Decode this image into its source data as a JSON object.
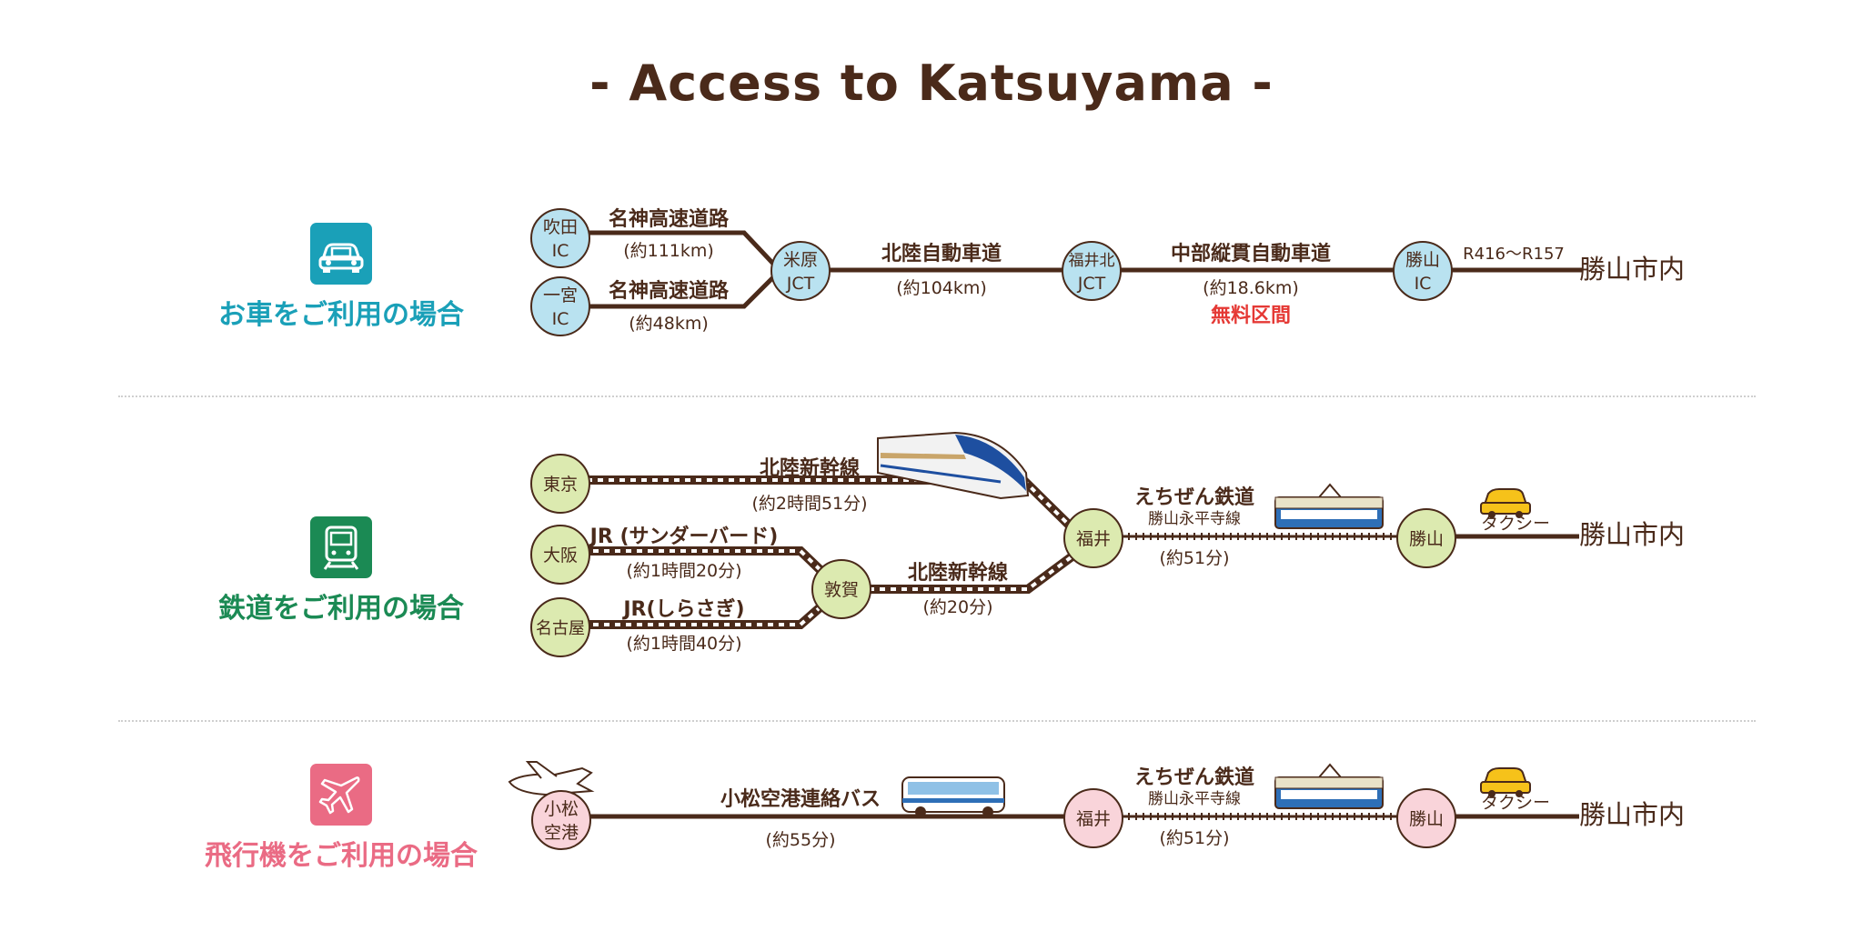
{
  "title": "- Access to Katsuyama -",
  "colors": {
    "line": "#4a2a1a",
    "car_accent": "#1aa0b8",
    "car_node": "#b9e2f0",
    "train_accent": "#1b8a54",
    "train_node": "#dceab0",
    "plane_accent": "#ea6b84",
    "plane_node": "#f9d4da",
    "free_text": "#e53935"
  },
  "car": {
    "label": "お車をご利用の場合",
    "icon": "car-icon",
    "nodes": {
      "suita": [
        "吹田",
        "IC"
      ],
      "ichinomiya": [
        "一宮",
        "IC"
      ],
      "maibara": [
        "米原",
        "JCT"
      ],
      "fukuikita": [
        "福井北",
        "JCT"
      ],
      "katsuyama": [
        "勝山",
        "IC"
      ]
    },
    "seg1_name": "名神高速道路",
    "seg1_dist": "(約111km)",
    "seg2_name": "名神高速道路",
    "seg2_dist": "(約48km)",
    "seg3_name": "北陸自動車道",
    "seg3_dist": "(約104km)",
    "seg4_name": "中部縦貫自動車道",
    "seg4_dist": "(約18.6km)",
    "seg4_note": "無料区間",
    "seg5_name": "R416〜R157",
    "destination": "勝山市内"
  },
  "train": {
    "label": "鉄道をご利用の場合",
    "icon": "train-icon",
    "nodes": {
      "tokyo": "東京",
      "osaka": "大阪",
      "nagoya": "名古屋",
      "tsuruga": "敦賀",
      "fukui": "福井",
      "katsuyama": "勝山"
    },
    "tokyo_line": "北陸新幹線",
    "tokyo_time": "(約2時間51分)",
    "osaka_line": "JR (サンダーバード)",
    "osaka_time": "(約1時間20分)",
    "nagoya_line": "JR(しらさぎ)",
    "nagoya_time": "(約1時間40分)",
    "tsuruga_line": "北陸新幹線",
    "tsuruga_time": "(約20分)",
    "echizen_line": "えちぜん鉄道",
    "echizen_sub": "勝山永平寺線",
    "echizen_time": "(約51分)",
    "taxi": "タクシー",
    "destination": "勝山市内"
  },
  "plane": {
    "label": "飛行機をご利用の場合",
    "icon": "airplane-icon",
    "nodes": {
      "komatsu": [
        "小松",
        "空港"
      ],
      "fukui": "福井",
      "katsuyama": "勝山"
    },
    "bus_line": "小松空港連絡バス",
    "bus_time": "(約55分)",
    "echizen_line": "えちぜん鉄道",
    "echizen_sub": "勝山永平寺線",
    "echizen_time": "(約51分)",
    "taxi": "タクシー",
    "destination": "勝山市内"
  }
}
